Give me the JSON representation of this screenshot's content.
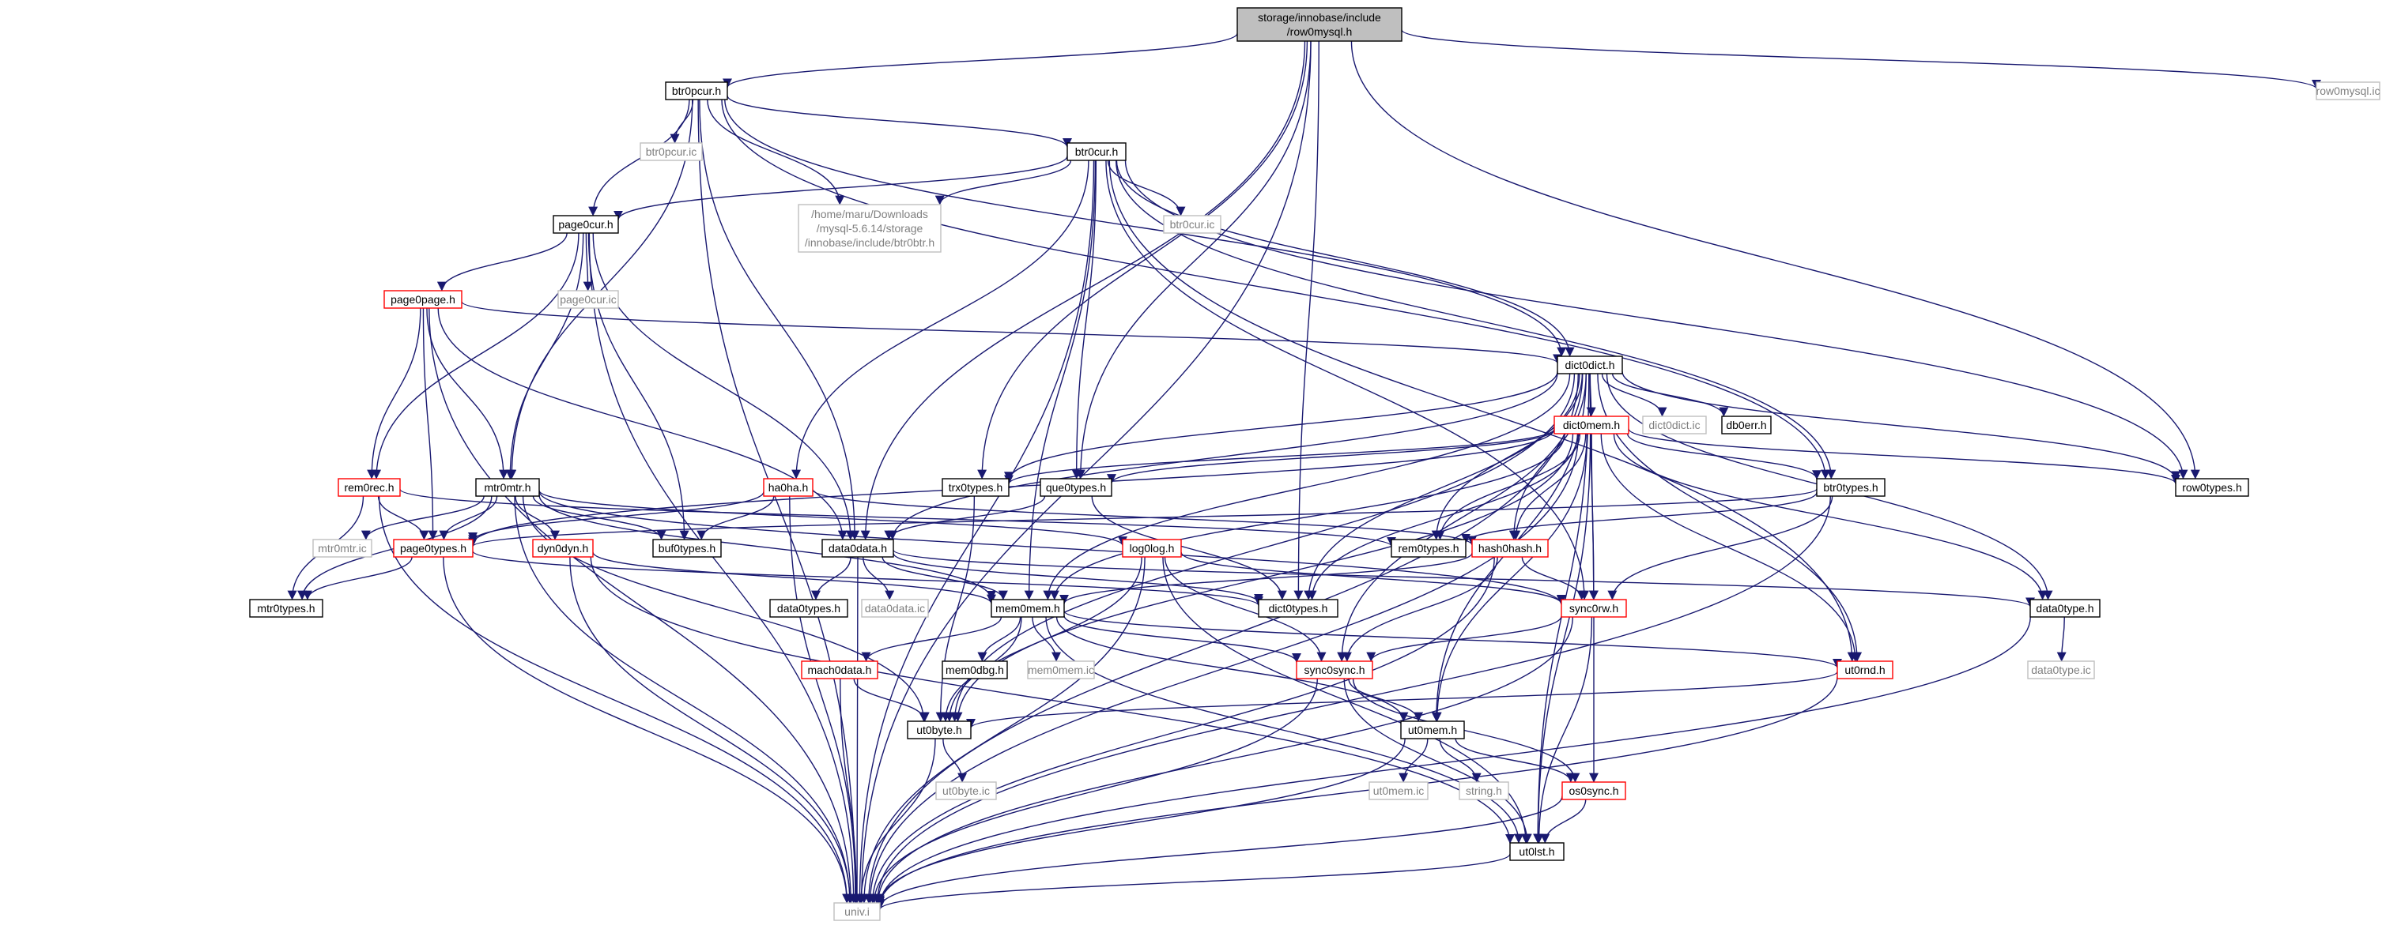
{
  "graph": {
    "colors": {
      "edge": "#191970",
      "root_fill": "#bfbfbf",
      "default_border": "#000000",
      "incomplete_border": "#ff0000",
      "leaf_border": "#bfbfbf",
      "leaf_text": "#7f7f7f",
      "text": "#000000"
    },
    "nodes": [
      {
        "id": "row0mysql_h",
        "lines": [
          "storage/innobase/include",
          "/row0mysql.h"
        ],
        "style": "root"
      },
      {
        "id": "btr0pcur_h",
        "lines": [
          "btr0pcur.h"
        ],
        "style": "normal"
      },
      {
        "id": "row0mysql_ic",
        "lines": [
          "row0mysql.ic"
        ],
        "style": "leaf"
      },
      {
        "id": "btr0pcur_ic",
        "lines": [
          "btr0pcur.ic"
        ],
        "style": "leaf"
      },
      {
        "id": "btr0cur_h",
        "lines": [
          "btr0cur.h"
        ],
        "style": "normal"
      },
      {
        "id": "btr0btr_h",
        "lines": [
          "/home/maru/Downloads",
          "/mysql-5.6.14/storage",
          "/innobase/include/btr0btr.h"
        ],
        "style": "leaf"
      },
      {
        "id": "btr0cur_ic",
        "lines": [
          "btr0cur.ic"
        ],
        "style": "leaf"
      },
      {
        "id": "page0cur_h",
        "lines": [
          "page0cur.h"
        ],
        "style": "normal"
      },
      {
        "id": "page0cur_ic",
        "lines": [
          "page0cur.ic"
        ],
        "style": "leaf"
      },
      {
        "id": "page0page_h",
        "lines": [
          "page0page.h"
        ],
        "style": "incomplete"
      },
      {
        "id": "dict0dict_h",
        "lines": [
          "dict0dict.h"
        ],
        "style": "normal"
      },
      {
        "id": "dict0dict_ic",
        "lines": [
          "dict0dict.ic"
        ],
        "style": "leaf"
      },
      {
        "id": "db0err_h",
        "lines": [
          "db0err.h"
        ],
        "style": "normal"
      },
      {
        "id": "dict0mem_h",
        "lines": [
          "dict0mem.h"
        ],
        "style": "incomplete"
      },
      {
        "id": "rem0rec_h",
        "lines": [
          "rem0rec.h"
        ],
        "style": "incomplete"
      },
      {
        "id": "mtr0mtr_h",
        "lines": [
          "mtr0mtr.h"
        ],
        "style": "normal"
      },
      {
        "id": "ha0ha_h",
        "lines": [
          "ha0ha.h"
        ],
        "style": "incomplete"
      },
      {
        "id": "trx0types_h",
        "lines": [
          "trx0types.h"
        ],
        "style": "normal"
      },
      {
        "id": "que0types_h",
        "lines": [
          "que0types.h"
        ],
        "style": "normal"
      },
      {
        "id": "btr0types_h",
        "lines": [
          "btr0types.h"
        ],
        "style": "normal"
      },
      {
        "id": "row0types_h",
        "lines": [
          "row0types.h"
        ],
        "style": "normal"
      },
      {
        "id": "mtr0mtr_ic",
        "lines": [
          "mtr0mtr.ic"
        ],
        "style": "leaf"
      },
      {
        "id": "page0types_h",
        "lines": [
          "page0types.h"
        ],
        "style": "incomplete"
      },
      {
        "id": "dyn0dyn_h",
        "lines": [
          "dyn0dyn.h"
        ],
        "style": "incomplete"
      },
      {
        "id": "buf0types_h",
        "lines": [
          "buf0types.h"
        ],
        "style": "normal"
      },
      {
        "id": "data0data_h",
        "lines": [
          "data0data.h"
        ],
        "style": "normal"
      },
      {
        "id": "log0log_h",
        "lines": [
          "log0log.h"
        ],
        "style": "incomplete"
      },
      {
        "id": "rem0types_h",
        "lines": [
          "rem0types.h"
        ],
        "style": "normal"
      },
      {
        "id": "hash0hash_h",
        "lines": [
          "hash0hash.h"
        ],
        "style": "incomplete"
      },
      {
        "id": "mtr0types_h",
        "lines": [
          "mtr0types.h"
        ],
        "style": "normal"
      },
      {
        "id": "data0types_h",
        "lines": [
          "data0types.h"
        ],
        "style": "normal"
      },
      {
        "id": "data0data_ic",
        "lines": [
          "data0data.ic"
        ],
        "style": "leaf"
      },
      {
        "id": "mem0mem_h",
        "lines": [
          "mem0mem.h"
        ],
        "style": "normal"
      },
      {
        "id": "dict0types_h",
        "lines": [
          "dict0types.h"
        ],
        "style": "normal"
      },
      {
        "id": "sync0rw_h",
        "lines": [
          "sync0rw.h"
        ],
        "style": "incomplete"
      },
      {
        "id": "data0type_h",
        "lines": [
          "data0type.h"
        ],
        "style": "normal"
      },
      {
        "id": "data0type_ic",
        "lines": [
          "data0type.ic"
        ],
        "style": "leaf"
      },
      {
        "id": "mach0data_h",
        "lines": [
          "mach0data.h"
        ],
        "style": "incomplete"
      },
      {
        "id": "mem0dbg_h",
        "lines": [
          "mem0dbg.h"
        ],
        "style": "normal"
      },
      {
        "id": "mem0mem_ic",
        "lines": [
          "mem0mem.ic"
        ],
        "style": "leaf"
      },
      {
        "id": "sync0sync_h",
        "lines": [
          "sync0sync.h"
        ],
        "style": "incomplete"
      },
      {
        "id": "ut0rnd_h",
        "lines": [
          "ut0rnd.h"
        ],
        "style": "incomplete"
      },
      {
        "id": "ut0byte_h",
        "lines": [
          "ut0byte.h"
        ],
        "style": "normal"
      },
      {
        "id": "ut0mem_h",
        "lines": [
          "ut0mem.h"
        ],
        "style": "normal"
      },
      {
        "id": "ut0byte_ic",
        "lines": [
          "ut0byte.ic"
        ],
        "style": "leaf"
      },
      {
        "id": "ut0mem_ic",
        "lines": [
          "ut0mem.ic"
        ],
        "style": "leaf"
      },
      {
        "id": "string_h",
        "lines": [
          "string.h"
        ],
        "style": "leaf"
      },
      {
        "id": "os0sync_h",
        "lines": [
          "os0sync.h"
        ],
        "style": "incomplete"
      },
      {
        "id": "ut0lst_h",
        "lines": [
          "ut0lst.h"
        ],
        "style": "normal"
      },
      {
        "id": "univ_i",
        "lines": [
          "univ.i"
        ],
        "style": "leaf"
      }
    ],
    "edges": [
      [
        "row0mysql_h",
        "btr0pcur_h"
      ],
      [
        "row0mysql_h",
        "row0mysql_ic"
      ],
      [
        "row0mysql_h",
        "row0types_h"
      ],
      [
        "row0mysql_h",
        "que0types_h"
      ],
      [
        "row0mysql_h",
        "data0data_h"
      ],
      [
        "row0mysql_h",
        "dict0types_h"
      ],
      [
        "row0mysql_h",
        "trx0types_h"
      ],
      [
        "row0mysql_h",
        "univ_i"
      ],
      [
        "btr0pcur_h",
        "btr0pcur_ic"
      ],
      [
        "btr0pcur_h",
        "btr0cur_h"
      ],
      [
        "btr0pcur_h",
        "btr0btr_h"
      ],
      [
        "btr0pcur_h",
        "page0cur_h"
      ],
      [
        "btr0pcur_h",
        "dict0dict_h"
      ],
      [
        "btr0pcur_h",
        "data0data_h"
      ],
      [
        "btr0pcur_h",
        "mtr0mtr_h"
      ],
      [
        "btr0pcur_h",
        "btr0types_h"
      ],
      [
        "btr0pcur_h",
        "univ_i"
      ],
      [
        "btr0cur_h",
        "btr0cur_ic"
      ],
      [
        "btr0cur_h",
        "btr0btr_h"
      ],
      [
        "btr0cur_h",
        "page0cur_h"
      ],
      [
        "btr0cur_h",
        "dict0dict_h"
      ],
      [
        "btr0cur_h",
        "ha0ha_h"
      ],
      [
        "btr0cur_h",
        "que0types_h"
      ],
      [
        "btr0cur_h",
        "row0types_h"
      ],
      [
        "btr0cur_h",
        "mem0mem_h"
      ],
      [
        "btr0cur_h",
        "btr0types_h"
      ],
      [
        "btr0cur_h",
        "ut0rnd_h"
      ],
      [
        "btr0cur_h",
        "univ_i"
      ],
      [
        "btr0cur_h",
        "sync0rw_h"
      ],
      [
        "page0cur_h",
        "page0cur_ic"
      ],
      [
        "page0cur_h",
        "page0page_h"
      ],
      [
        "page0cur_h",
        "rem0rec_h"
      ],
      [
        "page0cur_h",
        "mtr0mtr_h"
      ],
      [
        "page0cur_h",
        "buf0types_h"
      ],
      [
        "page0cur_h",
        "data0data_h"
      ],
      [
        "page0cur_h",
        "univ_i"
      ],
      [
        "page0page_h",
        "dict0dict_h"
      ],
      [
        "page0page_h",
        "mtr0mtr_h"
      ],
      [
        "page0page_h",
        "page0types_h"
      ],
      [
        "page0page_h",
        "rem0rec_h"
      ],
      [
        "page0page_h",
        "data0data_h"
      ],
      [
        "page0page_h",
        "univ_i"
      ],
      [
        "dict0dict_h",
        "dict0dict_ic"
      ],
      [
        "dict0dict_h",
        "db0err_h"
      ],
      [
        "dict0dict_h",
        "dict0mem_h"
      ],
      [
        "dict0dict_h",
        "row0types_h"
      ],
      [
        "dict0dict_h",
        "trx0types_h"
      ],
      [
        "dict0dict_h",
        "data0data_h"
      ],
      [
        "dict0dict_h",
        "dict0types_h"
      ],
      [
        "dict0dict_h",
        "mem0mem_h"
      ],
      [
        "dict0dict_h",
        "rem0types_h"
      ],
      [
        "dict0dict_h",
        "hash0hash_h"
      ],
      [
        "dict0dict_h",
        "sync0rw_h"
      ],
      [
        "dict0dict_h",
        "ut0mem_h"
      ],
      [
        "dict0dict_h",
        "ut0lst_h"
      ],
      [
        "dict0dict_h",
        "ut0rnd_h"
      ],
      [
        "dict0dict_h",
        "ut0byte_h"
      ],
      [
        "dict0dict_h",
        "data0type_h"
      ],
      [
        "dict0dict_h",
        "univ_i"
      ],
      [
        "dict0dict_h",
        "sync0sync_h"
      ],
      [
        "dict0mem_h",
        "trx0types_h"
      ],
      [
        "dict0mem_h",
        "que0types_h"
      ],
      [
        "dict0mem_h",
        "btr0types_h"
      ],
      [
        "dict0mem_h",
        "row0types_h"
      ],
      [
        "dict0mem_h",
        "rem0types_h"
      ],
      [
        "dict0mem_h",
        "hash0hash_h"
      ],
      [
        "dict0mem_h",
        "data0type_h"
      ],
      [
        "dict0mem_h",
        "mem0mem_h"
      ],
      [
        "dict0mem_h",
        "dict0types_h"
      ],
      [
        "dict0mem_h",
        "sync0rw_h"
      ],
      [
        "dict0mem_h",
        "ut0mem_h"
      ],
      [
        "dict0mem_h",
        "ut0lst_h"
      ],
      [
        "dict0mem_h",
        "ut0rnd_h"
      ],
      [
        "dict0mem_h",
        "ut0byte_h"
      ],
      [
        "dict0mem_h",
        "page0types_h"
      ],
      [
        "dict0mem_h",
        "univ_i"
      ],
      [
        "rem0rec_h",
        "page0types_h"
      ],
      [
        "rem0rec_h",
        "mtr0types_h"
      ],
      [
        "rem0rec_h",
        "rem0types_h"
      ],
      [
        "rem0rec_h",
        "univ_i"
      ],
      [
        "mtr0mtr_h",
        "mtr0mtr_ic"
      ],
      [
        "mtr0mtr_h",
        "page0types_h"
      ],
      [
        "mtr0mtr_h",
        "dyn0dyn_h"
      ],
      [
        "mtr0mtr_h",
        "buf0types_h"
      ],
      [
        "mtr0mtr_h",
        "log0log_h"
      ],
      [
        "mtr0mtr_h",
        "mtr0types_h"
      ],
      [
        "mtr0mtr_h",
        "mem0mem_h"
      ],
      [
        "mtr0mtr_h",
        "ut0byte_h"
      ],
      [
        "mtr0mtr_h",
        "sync0rw_h"
      ],
      [
        "mtr0mtr_h",
        "univ_i"
      ],
      [
        "ha0ha_h",
        "hash0hash_h"
      ],
      [
        "ha0ha_h",
        "page0types_h"
      ],
      [
        "ha0ha_h",
        "buf0types_h"
      ],
      [
        "ha0ha_h",
        "univ_i"
      ],
      [
        "trx0types_h",
        "ut0byte_h"
      ],
      [
        "que0types_h",
        "data0data_h"
      ],
      [
        "que0types_h",
        "dict0types_h"
      ],
      [
        "btr0types_h",
        "page0types_h"
      ],
      [
        "btr0types_h",
        "rem0types_h"
      ],
      [
        "btr0types_h",
        "sync0rw_h"
      ],
      [
        "btr0types_h",
        "univ_i"
      ],
      [
        "page0types_h",
        "mtr0types_h"
      ],
      [
        "page0types_h",
        "dict0types_h"
      ],
      [
        "page0types_h",
        "univ_i"
      ],
      [
        "dyn0dyn_h",
        "mem0mem_h"
      ],
      [
        "dyn0dyn_h",
        "ut0lst_h"
      ],
      [
        "dyn0dyn_h",
        "univ_i"
      ],
      [
        "data0data_h",
        "data0types_h"
      ],
      [
        "data0data_h",
        "data0data_ic"
      ],
      [
        "data0data_h",
        "mem0mem_h"
      ],
      [
        "data0data_h",
        "dict0types_h"
      ],
      [
        "data0data_h",
        "data0type_h"
      ],
      [
        "data0data_h",
        "univ_i"
      ],
      [
        "log0log_h",
        "ut0byte_h"
      ],
      [
        "log0log_h",
        "ut0lst_h"
      ],
      [
        "log0log_h",
        "sync0sync_h"
      ],
      [
        "log0log_h",
        "sync0rw_h"
      ],
      [
        "log0log_h",
        "univ_i"
      ],
      [
        "hash0hash_h",
        "mem0mem_h"
      ],
      [
        "hash0hash_h",
        "sync0sync_h"
      ],
      [
        "hash0hash_h",
        "sync0rw_h"
      ],
      [
        "hash0hash_h",
        "univ_i"
      ],
      [
        "mem0mem_h",
        "mach0data_h"
      ],
      [
        "mem0mem_h",
        "mem0dbg_h"
      ],
      [
        "mem0mem_h",
        "mem0mem_ic"
      ],
      [
        "mem0mem_h",
        "ut0byte_h"
      ],
      [
        "mem0mem_h",
        "sync0sync_h"
      ],
      [
        "mem0mem_h",
        "ut0mem_h"
      ],
      [
        "mem0mem_h",
        "ut0lst_h"
      ],
      [
        "mem0mem_h",
        "ut0rnd_h"
      ],
      [
        "sync0rw_h",
        "sync0sync_h"
      ],
      [
        "sync0rw_h",
        "os0sync_h"
      ],
      [
        "sync0rw_h",
        "ut0lst_h"
      ],
      [
        "sync0rw_h",
        "univ_i"
      ],
      [
        "data0type_h",
        "data0type_ic"
      ],
      [
        "data0type_h",
        "univ_i"
      ],
      [
        "mach0data_h",
        "ut0byte_h"
      ],
      [
        "mach0data_h",
        "univ_i"
      ],
      [
        "sync0sync_h",
        "ut0mem_h"
      ],
      [
        "sync0sync_h",
        "os0sync_h"
      ],
      [
        "sync0sync_h",
        "ut0lst_h"
      ],
      [
        "sync0sync_h",
        "univ_i"
      ],
      [
        "ut0rnd_h",
        "ut0byte_h"
      ],
      [
        "ut0rnd_h",
        "univ_i"
      ],
      [
        "ut0byte_h",
        "ut0byte_ic"
      ],
      [
        "ut0byte_h",
        "univ_i"
      ],
      [
        "ut0mem_h",
        "ut0mem_ic"
      ],
      [
        "ut0mem_h",
        "string_h"
      ],
      [
        "ut0mem_h",
        "os0sync_h"
      ],
      [
        "ut0mem_h",
        "univ_i"
      ],
      [
        "os0sync_h",
        "ut0lst_h"
      ],
      [
        "os0sync_h",
        "univ_i"
      ],
      [
        "ut0lst_h",
        "univ_i"
      ]
    ]
  }
}
